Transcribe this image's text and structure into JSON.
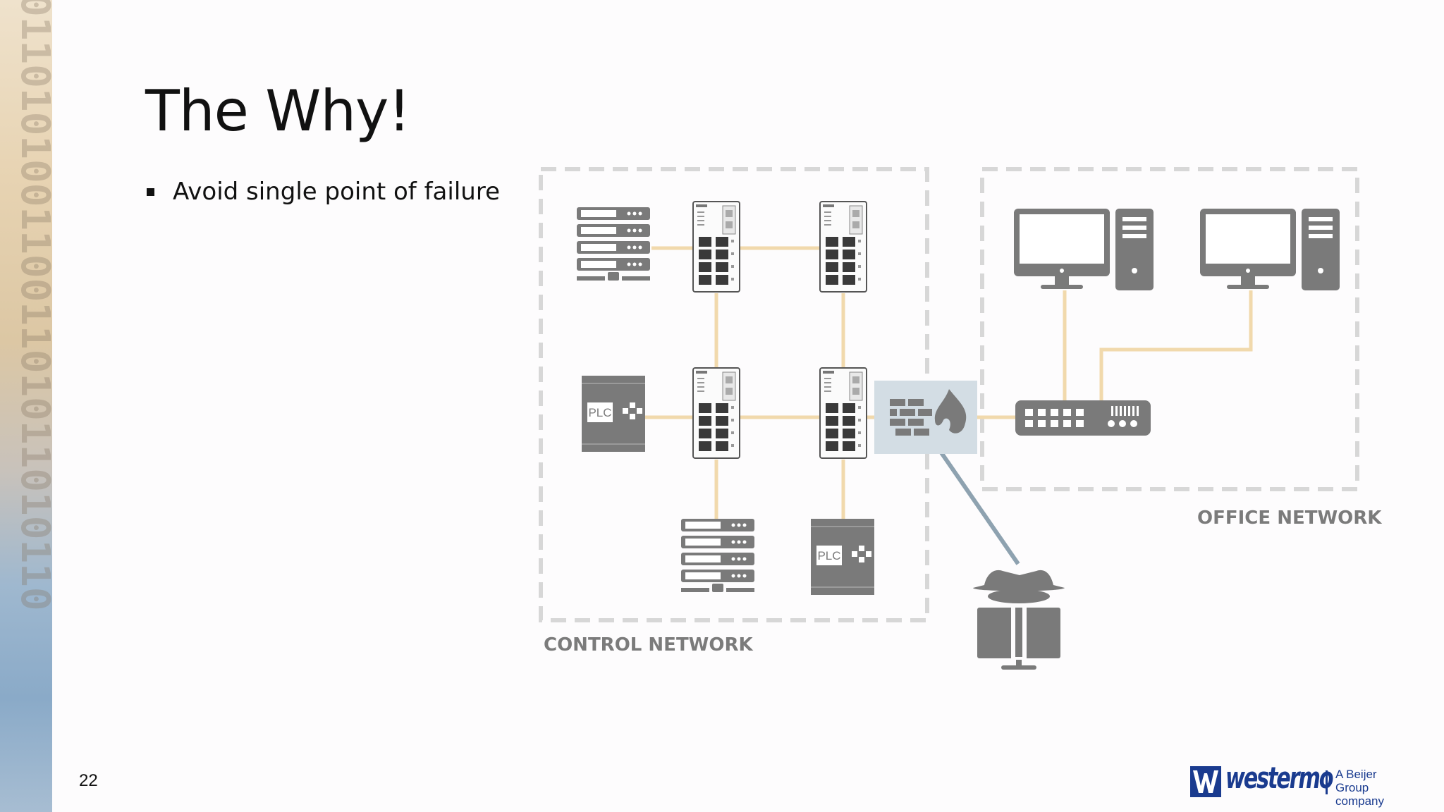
{
  "slide": {
    "title": "The Why!",
    "bullets": [
      "Avoid single point of failure"
    ],
    "page_number": "22"
  },
  "diagram": {
    "control_network_label": "CONTROL NETWORK",
    "office_network_label": "OFFICE NETWORK",
    "plc_label": "PLC"
  },
  "side_strip": {
    "digits": "01101010011001101011010110"
  },
  "logo": {
    "wordmark": "westermo",
    "tagline_line1": "A Beijer Group",
    "tagline_line2": "company"
  },
  "colors": {
    "cable": "#f1d9ac",
    "device": "#7a7a7a",
    "zone_border": "#d7d7d7",
    "firewall_bg": "#d3dde4",
    "attack_line": "#8ea2b0",
    "brand": "#1a3b8f"
  }
}
